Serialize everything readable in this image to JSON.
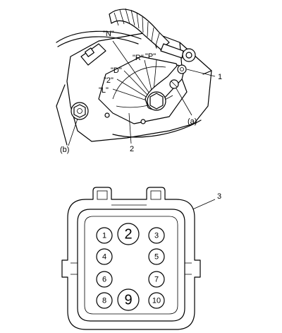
{
  "switch": {
    "positions": {
      "n": "\"N\"",
      "r": "\"R\"",
      "p": "\"P\"",
      "d": "\"D\"",
      "two": "\"2\"",
      "l": "\"L\""
    },
    "callouts": {
      "one": "1",
      "two": "2",
      "a": "(a)",
      "b": "(b)"
    }
  },
  "connector": {
    "callout": "3",
    "pins": [
      "1",
      "2",
      "3",
      "4",
      "5",
      "6",
      "7",
      "8",
      "9",
      "10"
    ]
  }
}
